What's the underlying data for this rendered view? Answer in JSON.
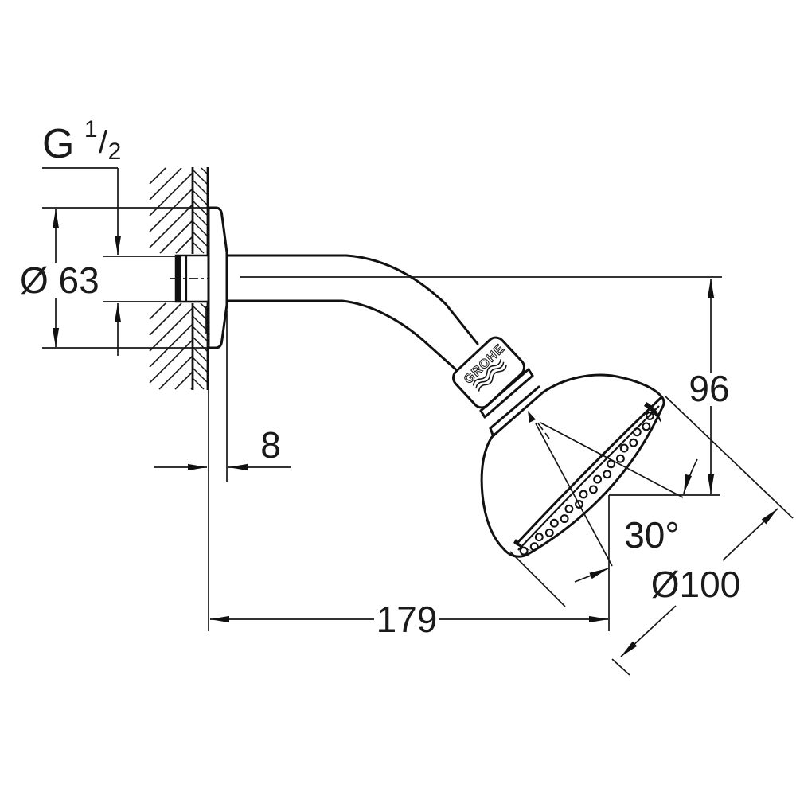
{
  "drawing_labels": {
    "thread": {
      "g": "G",
      "numerator": "1",
      "slash": "/",
      "denominator": "2"
    },
    "flange_diameter": "Ø 63",
    "flange_offset": "8",
    "arm_length": "179",
    "head_drop": "96",
    "swivel_angle": "30°",
    "head_diameter": "Ø100",
    "brand": "GROHE"
  },
  "colors": {
    "line": "#111111",
    "background": "#ffffff"
  }
}
